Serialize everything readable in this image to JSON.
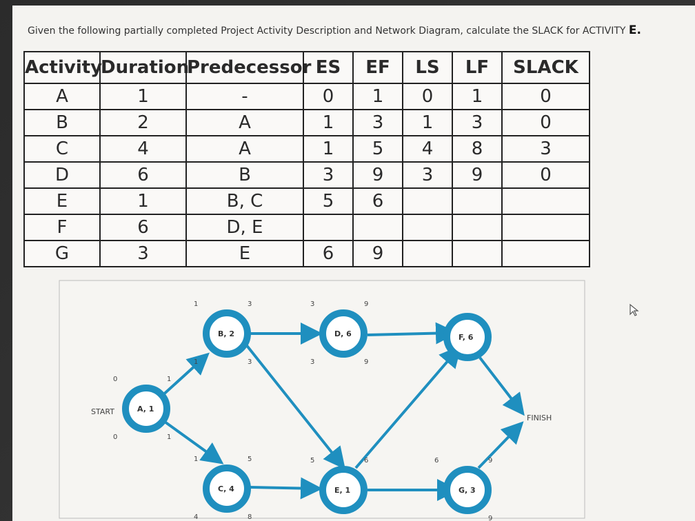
{
  "question": {
    "text": "Given the following partially completed Project Activity Description and Network Diagram, calculate the SLACK for ACTIVITY",
    "target": "E."
  },
  "table": {
    "headers": [
      "Activity",
      "Duration",
      "Predecessor",
      "ES",
      "EF",
      "LS",
      "LF",
      "SLACK"
    ],
    "rows": [
      [
        "A",
        "1",
        "-",
        "0",
        "1",
        "0",
        "1",
        "0"
      ],
      [
        "B",
        "2",
        "A",
        "1",
        "3",
        "1",
        "3",
        "0"
      ],
      [
        "C",
        "4",
        "A",
        "1",
        "5",
        "4",
        "8",
        "3"
      ],
      [
        "D",
        "6",
        "B",
        "3",
        "9",
        "3",
        "9",
        "0"
      ],
      [
        "E",
        "1",
        "B, C",
        "5",
        "6",
        "",
        "",
        ""
      ],
      [
        "F",
        "6",
        "D, E",
        "",
        "",
        "",
        "",
        ""
      ],
      [
        "G",
        "3",
        "E",
        "6",
        "9",
        "",
        "",
        ""
      ]
    ]
  },
  "diagram": {
    "start_label": "START",
    "finish_label": "FINISH",
    "nodes": [
      {
        "label": "A, 1",
        "es": "0",
        "ef": "1",
        "ls": "0",
        "lf": "1"
      },
      {
        "label": "B, 2",
        "es": "1",
        "ef": "3",
        "ls": "1",
        "lf": "3"
      },
      {
        "label": "C, 4",
        "es": "1",
        "ef": "5",
        "ls": "4",
        "lf": "8"
      },
      {
        "label": "D, 6",
        "es": "3",
        "ef": "9",
        "ls": "3",
        "lf": "9"
      },
      {
        "label": "E, 1",
        "es": "5",
        "ef": "6",
        "ls": "",
        "lf": ""
      },
      {
        "label": "F, 6",
        "es": "",
        "ef": "",
        "ls": "",
        "lf": ""
      },
      {
        "label": "G, 3",
        "es": "6",
        "ef": "9",
        "ls": "",
        "lf": "9"
      }
    ]
  },
  "colors": {
    "node_stroke": "#1f8fbf",
    "arrow": "#1f8fbf"
  },
  "icons": {
    "cursor": "mouse-pointer-icon"
  }
}
